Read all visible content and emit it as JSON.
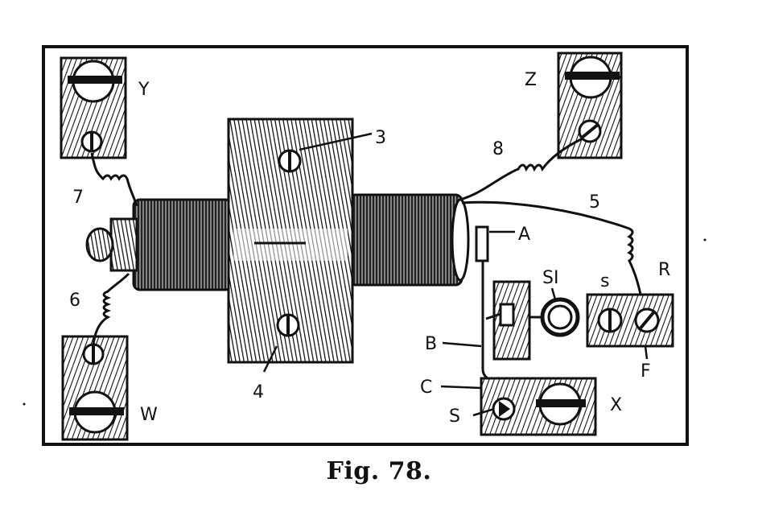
{
  "figure": {
    "caption": "Fig. 78.",
    "labels": {
      "y": "Y",
      "z": "Z",
      "w": "W",
      "x": "X",
      "n3": "3",
      "n4": "4",
      "n5": "5",
      "n6": "6",
      "n7": "7",
      "n8": "8",
      "a": "A",
      "b": "B",
      "c": "C",
      "si": "SI",
      "s_upper": "s",
      "r": "R",
      "f": "F",
      "s_lower": "S"
    }
  }
}
